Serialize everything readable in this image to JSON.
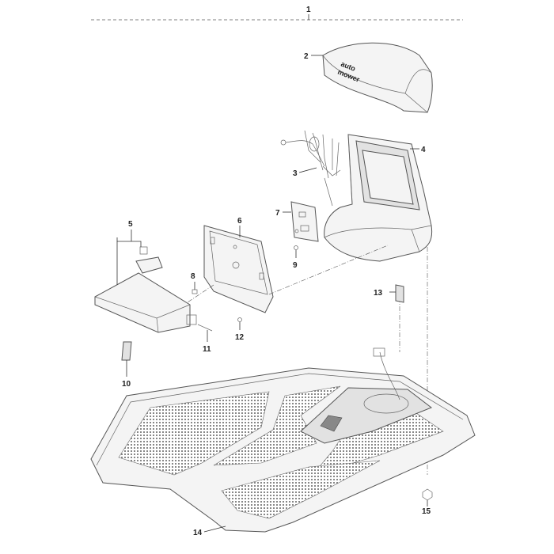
{
  "callouts": [
    {
      "id": "1",
      "text": "1"
    },
    {
      "id": "2",
      "text": "2"
    },
    {
      "id": "3",
      "text": "3"
    },
    {
      "id": "4",
      "text": "4"
    },
    {
      "id": "5",
      "text": "5"
    },
    {
      "id": "6",
      "text": "6"
    },
    {
      "id": "7",
      "text": "7"
    },
    {
      "id": "8",
      "text": "8"
    },
    {
      "id": "9",
      "text": "9"
    },
    {
      "id": "10",
      "text": "10"
    },
    {
      "id": "11",
      "text": "11"
    },
    {
      "id": "12",
      "text": "12"
    },
    {
      "id": "13",
      "text": "13"
    },
    {
      "id": "14",
      "text": "14"
    },
    {
      "id": "15",
      "text": "15"
    }
  ],
  "cover_logo": {
    "line1": "auto",
    "line2": "mower"
  }
}
